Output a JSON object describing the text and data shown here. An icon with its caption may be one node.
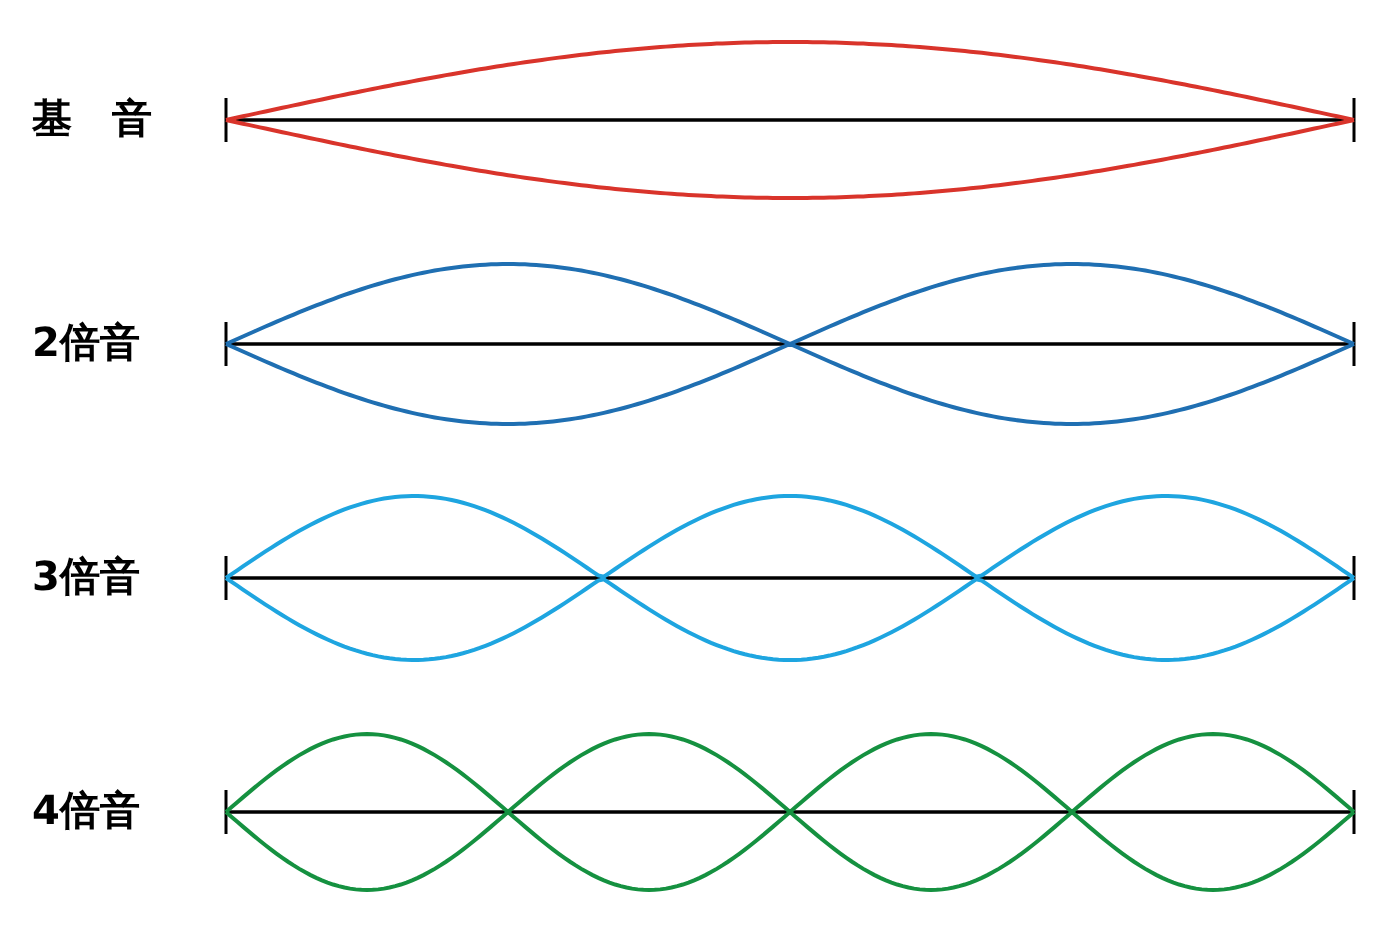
{
  "diagram": {
    "labels": [
      "基　音",
      "2倍音",
      "3倍音",
      "4倍音"
    ]
  }
}
